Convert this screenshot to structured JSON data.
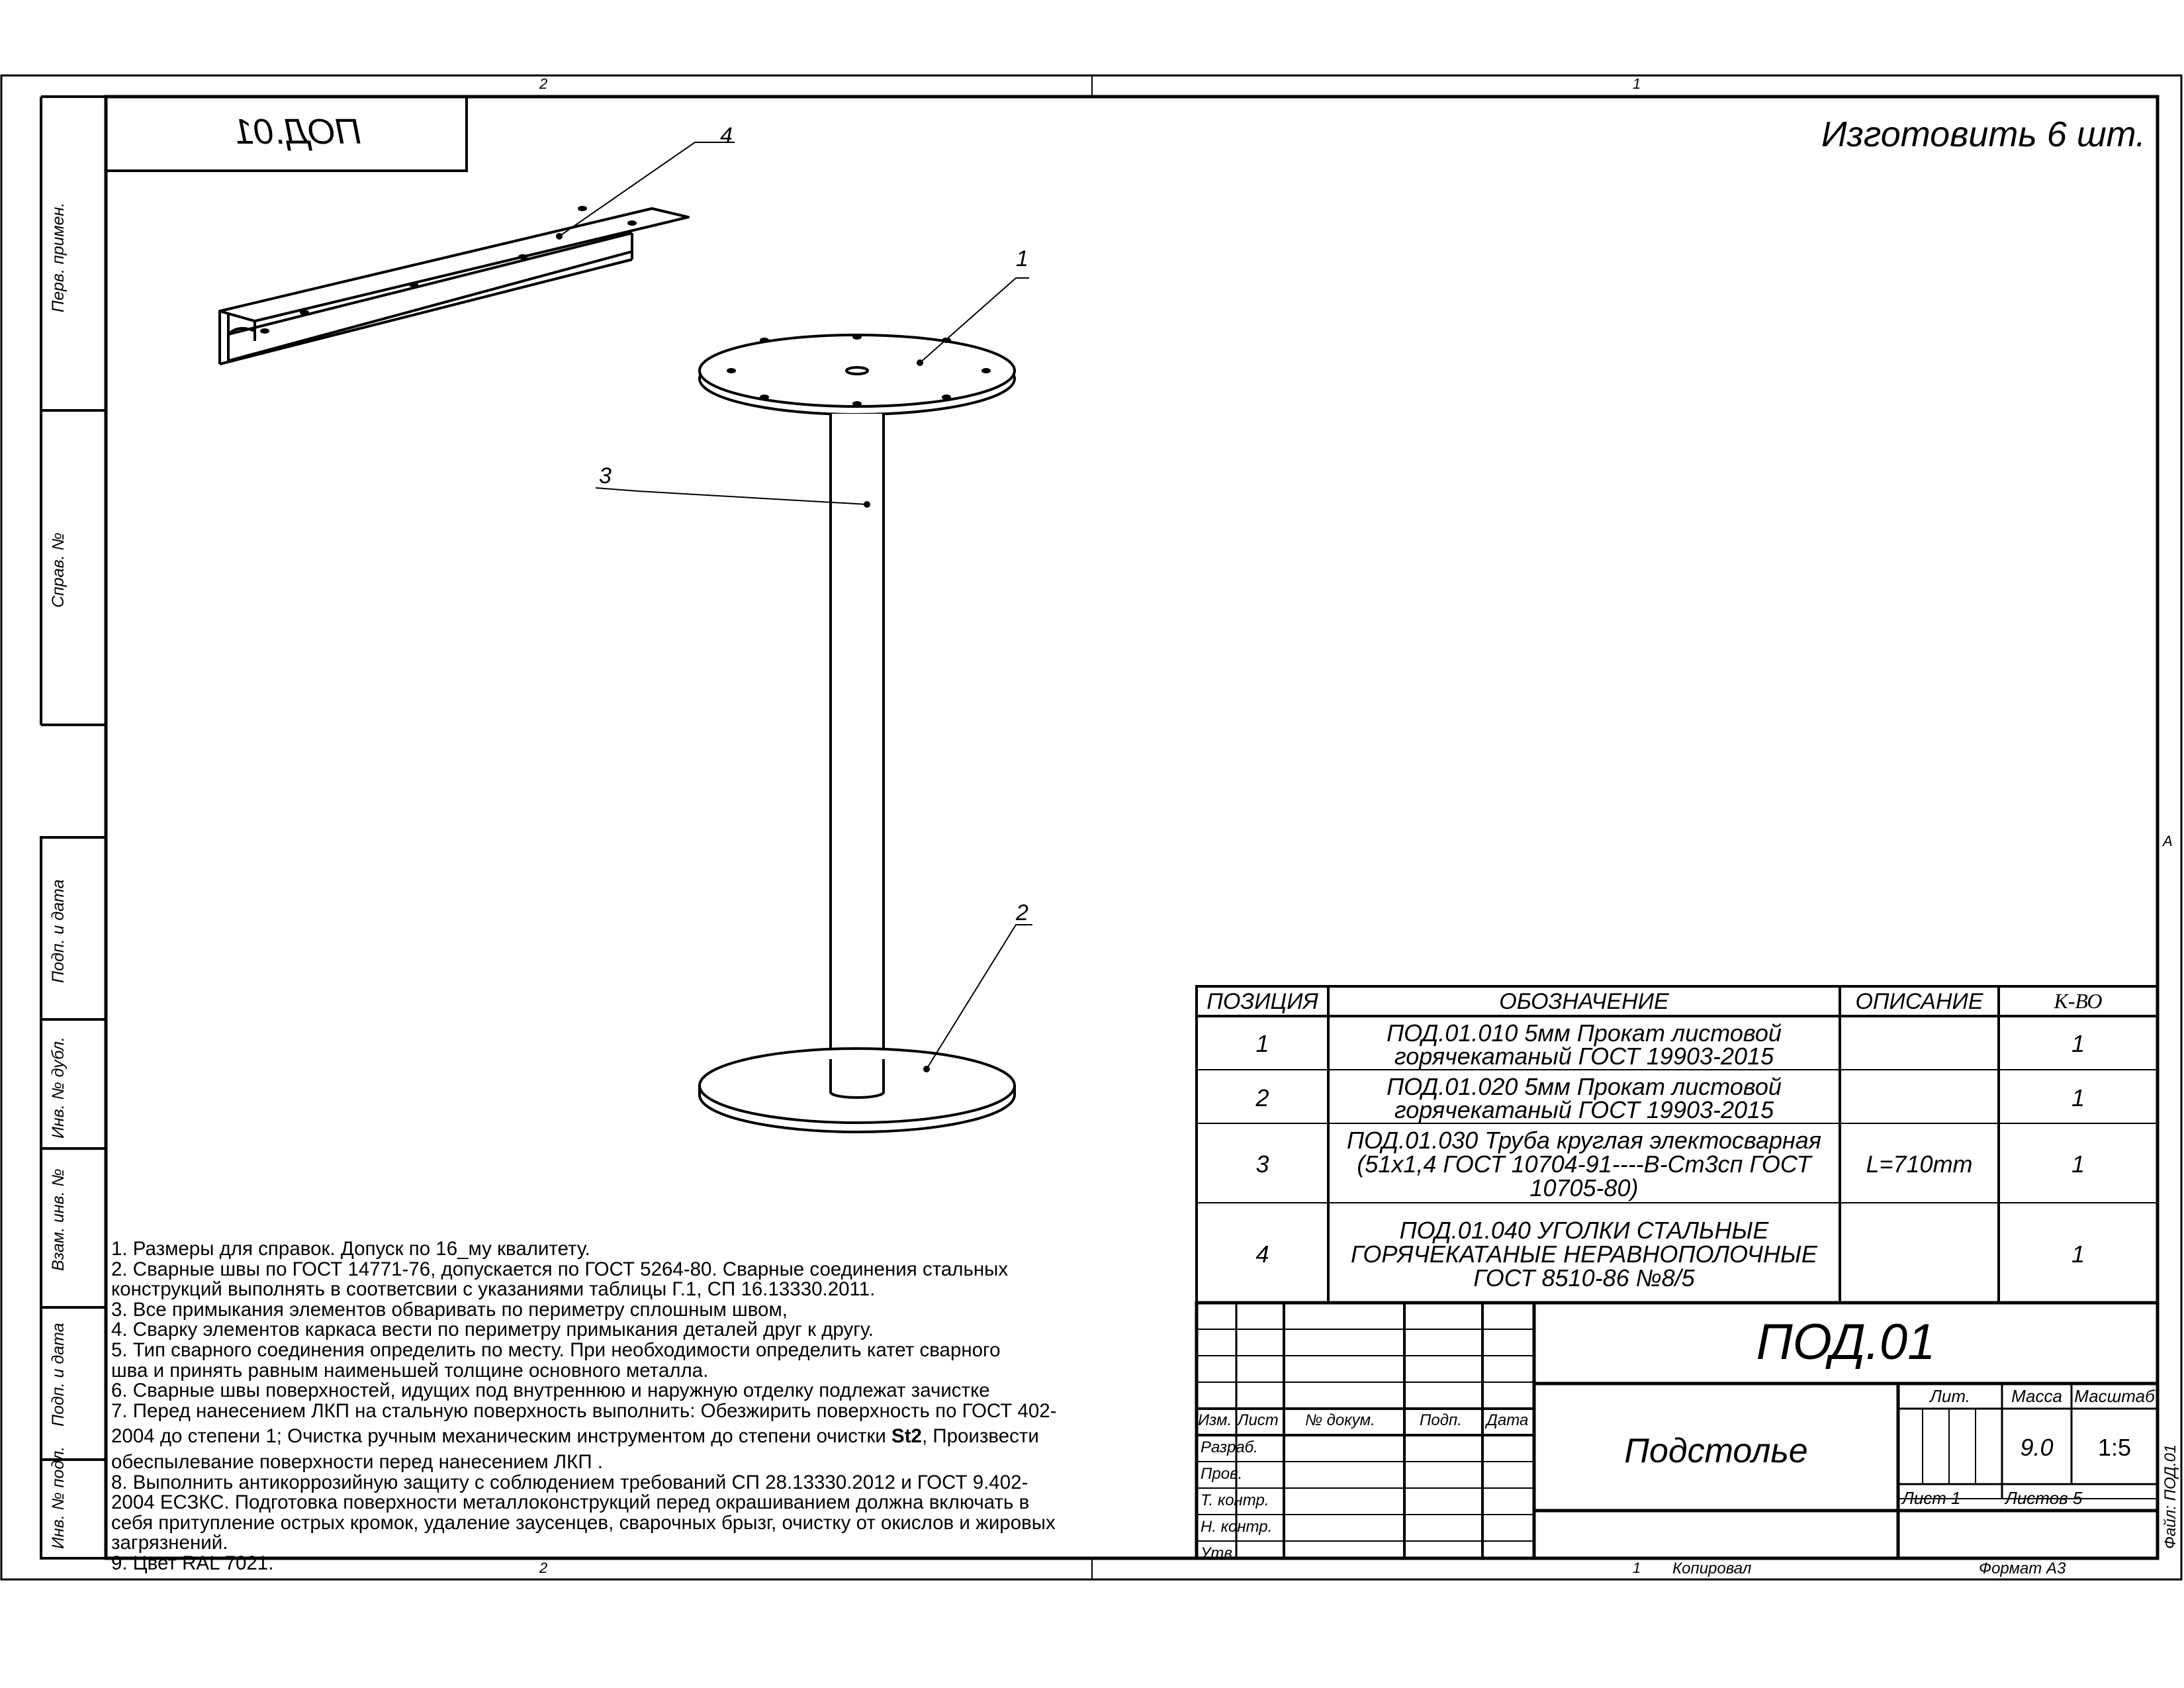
{
  "sheet": {
    "zone_top_left": "2",
    "zone_top_right": "1",
    "zone_bottom_left": "2",
    "zone_bottom_right": "1",
    "zone_side": "A",
    "mirrored_code": "ПОД.01",
    "quantity_note": "Изготовить 6 шт.",
    "copied_label": "Копировал",
    "format_label": "Формат А3",
    "file_label": "Файл: ПОД.01"
  },
  "side_stamps": [
    "Перв. примен.",
    "Справ. №",
    "Подп. и дата",
    "Инв. № дубл.",
    "Взам. инв. №",
    "Подп. и дата",
    "Инв. № подл."
  ],
  "balloons": [
    "1",
    "2",
    "3",
    "4"
  ],
  "spec": {
    "headers": [
      "ПОЗИЦИЯ",
      "ОБОЗНАЧЕНИЕ",
      "ОПИСАНИЕ",
      "К-ВО"
    ],
    "rows": [
      {
        "pos": "1",
        "lines": [
          "ПОД.01.010 5мм Прокат листовой",
          "горячекатаный ГОСТ 19903-2015"
        ],
        "desc": "",
        "qty": "1"
      },
      {
        "pos": "2",
        "lines": [
          "ПОД.01.020 5мм Прокат листовой",
          "горячекатаный ГОСТ 19903-2015"
        ],
        "desc": "",
        "qty": "1"
      },
      {
        "pos": "3",
        "lines": [
          "ПОД.01.030 Труба круглая электосварная",
          "(51x1,4  ГОСТ 10704-91----В-Ст3сп ГОСТ",
          "10705-80)"
        ],
        "desc": "L=710mm",
        "qty": "1"
      },
      {
        "pos": "4",
        "lines": [
          "ПОД.01.040 УГОЛКИ СТАЛЬНЫЕ",
          "ГОРЯЧЕКАТАНЫЕ НЕРАВНОПОЛОЧНЫЕ",
          "ГОСТ 8510-86    №8/5"
        ],
        "desc": "",
        "qty": "1"
      }
    ]
  },
  "title_block": {
    "designation": "ПОД.01",
    "name": "Подстолье",
    "lit_label": "Лит.",
    "mass_label": "Масса",
    "scale_label": "Масштаб",
    "mass": "9.0",
    "scale": "1:5",
    "sheet_label": "Лист 1",
    "sheets_label": "Листов 5",
    "col_headers": [
      "Изм.",
      "Лист",
      "№ докум.",
      "Подп.",
      "Дата"
    ],
    "roles": [
      "Разраб.",
      "Пров.",
      "Т. контр.",
      "",
      "Н. контр.",
      "Утв."
    ]
  },
  "notes": [
    {
      "text": "1. Размеры для справок. Допуск по 16_му квалитету.",
      "bold": ""
    },
    {
      "text": "2. Сварные швы по ГОСТ 14771-76, допускается по ГОСТ 5264-80. Сварные соединения стальных",
      "bold": ""
    },
    {
      "text": "конструкций выполнять в соответсвии с указаниями таблицы Г.1, СП 16.13330.2011.",
      "bold": ""
    },
    {
      "text": "3. Все примыкания элементов обваривать по периметру сплошным швом,",
      "bold": ""
    },
    {
      "text": "4. Сварку элементов каркаса вести по периметру примыкания деталей друг к другу.",
      "bold": ""
    },
    {
      "text": "5. Тип сварного соединения определить по месту. При необходимости определить катет сварного",
      "bold": ""
    },
    {
      "text": "шва и принять равным наименьшей толщине основного металла.",
      "bold": ""
    },
    {
      "text": "6. Сварные швы поверхностей, идущих под внутреннюю и наружную отделку подлежат зачистке",
      "bold": ""
    },
    {
      "text": "7. Перед нанесением ЛКП на стальную поверхность выполнить: Обезжирить поверхность по ГОСТ 402-",
      "bold": ""
    },
    {
      "text": "2004 до степени 1; Очистка ручным механическим инструментом до степени очистки ",
      "bold": "St2",
      "after": ",  Произвести"
    },
    {
      "text": "обеспылевание поверхности перед нанесением ЛКП .",
      "bold": ""
    },
    {
      "text": "8. Выполнить антикоррозийную защиту с соблюдением требований СП 28.13330.2012 и ГОСТ 9.402-",
      "bold": ""
    },
    {
      "text": "2004 ЕСЗКС. Подготовка поверхности металлоконструкций перед окрашиванием должна включать в",
      "bold": ""
    },
    {
      "text": "себя притупление острых кромок, удаление заусенцев, сварочных брызг, очистку от окислов и жировых",
      "bold": ""
    },
    {
      "text": "загрязнений.",
      "bold": ""
    },
    {
      "text": "9. Цвет RAL 7021.",
      "bold": ""
    }
  ]
}
